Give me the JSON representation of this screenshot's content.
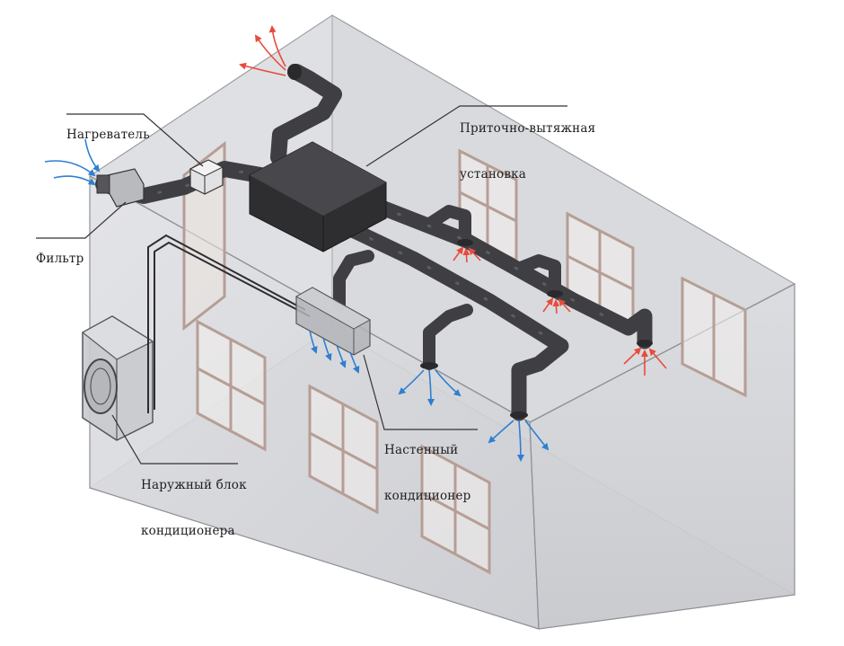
{
  "labels": {
    "heater": "Нагреватель",
    "filter": "Фильтр",
    "ahu_line1": "Приточно-вытяжная",
    "ahu_line2": "установка",
    "wall_ac_line1": "Настенный",
    "wall_ac_line2": "кондиционер",
    "outdoor_line1": "Наружный блок",
    "outdoor_line2": "кондиционера"
  },
  "colors": {
    "duct": "#3f3f43",
    "unit": "#2e2e31",
    "wall_fill": "#d6d7db",
    "wall_edge": "#9a9ca2",
    "window_frame": "#b69e96",
    "supply_arrow": "#2f7fd0",
    "exhaust_arrow": "#e84b3c",
    "leader_line": "#333333"
  }
}
